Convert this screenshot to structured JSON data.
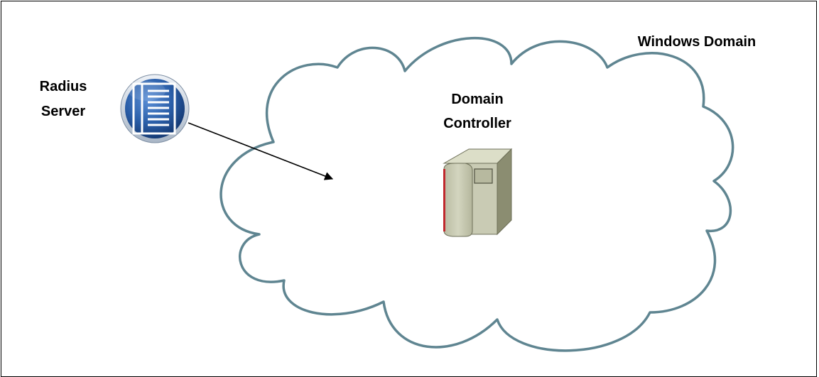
{
  "labels": {
    "windows_domain": "Windows Domain",
    "radius_line1": "Radius",
    "radius_line2": "Server",
    "dc_line1": "Domain",
    "dc_line2": "Controller"
  },
  "colors": {
    "cloud_stroke": "#5f8591",
    "radius_icon_blue": "#2a5ea8",
    "server_body": "#c9cbb4",
    "server_side": "#8b8d71",
    "server_stripe": "#c0282d"
  }
}
